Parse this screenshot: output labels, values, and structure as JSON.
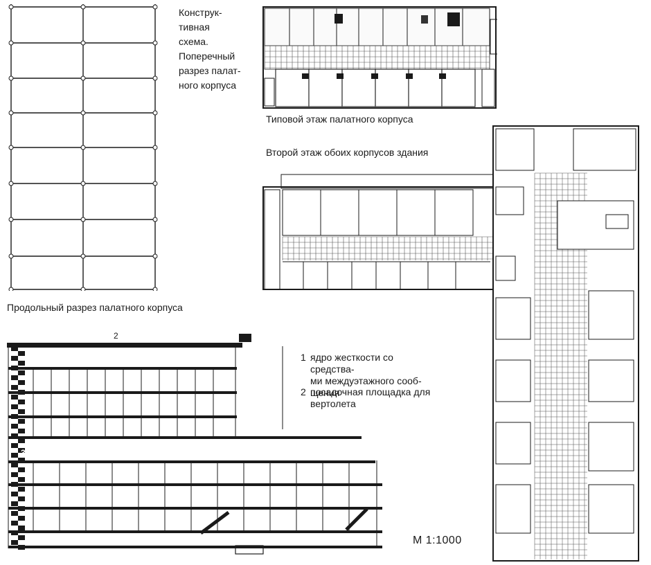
{
  "captions": {
    "structural_scheme": "Конструк-\nтивная\nсхема.\nПоперечный\nразрез палат-\nного корпуса",
    "typical_floor": "Типовой этаж палатного корпуса",
    "second_floor": "Второй этаж обоих корпусов здания",
    "longitudinal_section": "Продольный разрез палатного корпуса"
  },
  "legend": [
    {
      "num": "1",
      "text": "ядро жесткости со средства-\nми междуэтажного сооб-\nщения"
    },
    {
      "num": "2",
      "text": "посадочная площадка для\nвертолета"
    }
  ],
  "section_markers": {
    "helipad": "2",
    "core": "3"
  },
  "scale": "М 1:1000",
  "colors": {
    "ink": "#1a1a1a",
    "paper": "#ffffff",
    "hatch": "#555555"
  }
}
